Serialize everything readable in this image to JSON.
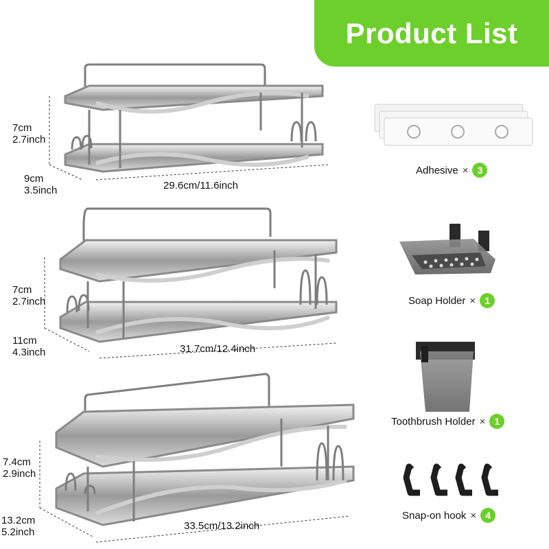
{
  "header": {
    "title": "Product List"
  },
  "shelves": [
    {
      "height_cm": "7cm",
      "height_in": "2.7inch",
      "depth_cm": "9cm",
      "depth_in": "3.5inch",
      "length": "29.6cm/11.6inch"
    },
    {
      "height_cm": "7cm",
      "height_in": "2.7inch",
      "depth_cm": "11cm",
      "depth_in": "4.3inch",
      "length": "31.7cm/12.4inch"
    },
    {
      "height_cm": "7.4cm",
      "height_in": "2.9inch",
      "depth_cm": "13.2cm",
      "depth_in": "5.2inch",
      "length": "33.5cm/13.2inch"
    }
  ],
  "accessories": [
    {
      "label": "Adhesive",
      "times": "×",
      "qty": "3"
    },
    {
      "label": "Soap Holder",
      "times": "×",
      "qty": "1"
    },
    {
      "label": "Toothbrush Holder",
      "times": "×",
      "qty": "1"
    },
    {
      "label": "Snap-on hook",
      "times": "×",
      "qty": "4"
    }
  ],
  "colors": {
    "accent": "#6ccf2b",
    "metal": "#8a8a8a",
    "plastic": "#6b6b6b"
  }
}
